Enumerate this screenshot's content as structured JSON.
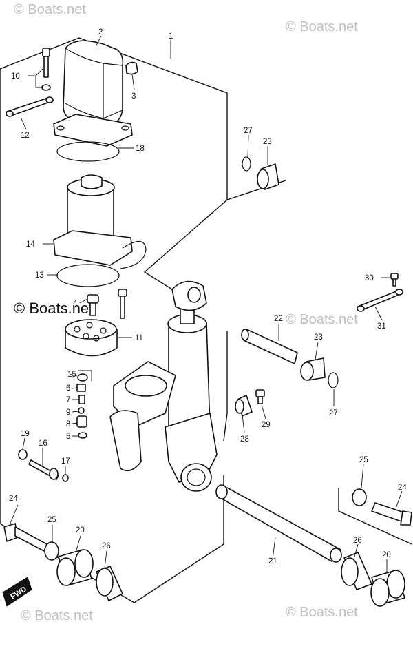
{
  "watermarks": {
    "top_left": "© Boats.net",
    "top_right": "© Boats.net",
    "middle_left": "© Boats.net",
    "middle_right": "© Boats.net",
    "bottom_left": "© Boats.net",
    "bottom_right": "© Boats.net"
  },
  "direction_badge": "FWD",
  "callouts": {
    "c1": "1",
    "c2": "2",
    "c3": "3",
    "c4": "4",
    "c5": "5",
    "c6": "6",
    "c7": "7",
    "c8": "8",
    "c9": "9",
    "c10": "10",
    "c11": "11",
    "c12": "12",
    "c13": "13",
    "c14": "14",
    "c15": "15",
    "c16": "16",
    "c17": "17",
    "c18": "18",
    "c19": "19",
    "c20a": "20",
    "c20b": "20",
    "c21": "21",
    "c22": "22",
    "c23a": "23",
    "c23b": "23",
    "c24a": "24",
    "c24b": "24",
    "c25a": "25",
    "c25b": "25",
    "c26a": "26",
    "c26b": "26",
    "c27a": "27",
    "c27b": "27",
    "c28": "28",
    "c29": "29",
    "c30": "30",
    "c31": "31"
  }
}
